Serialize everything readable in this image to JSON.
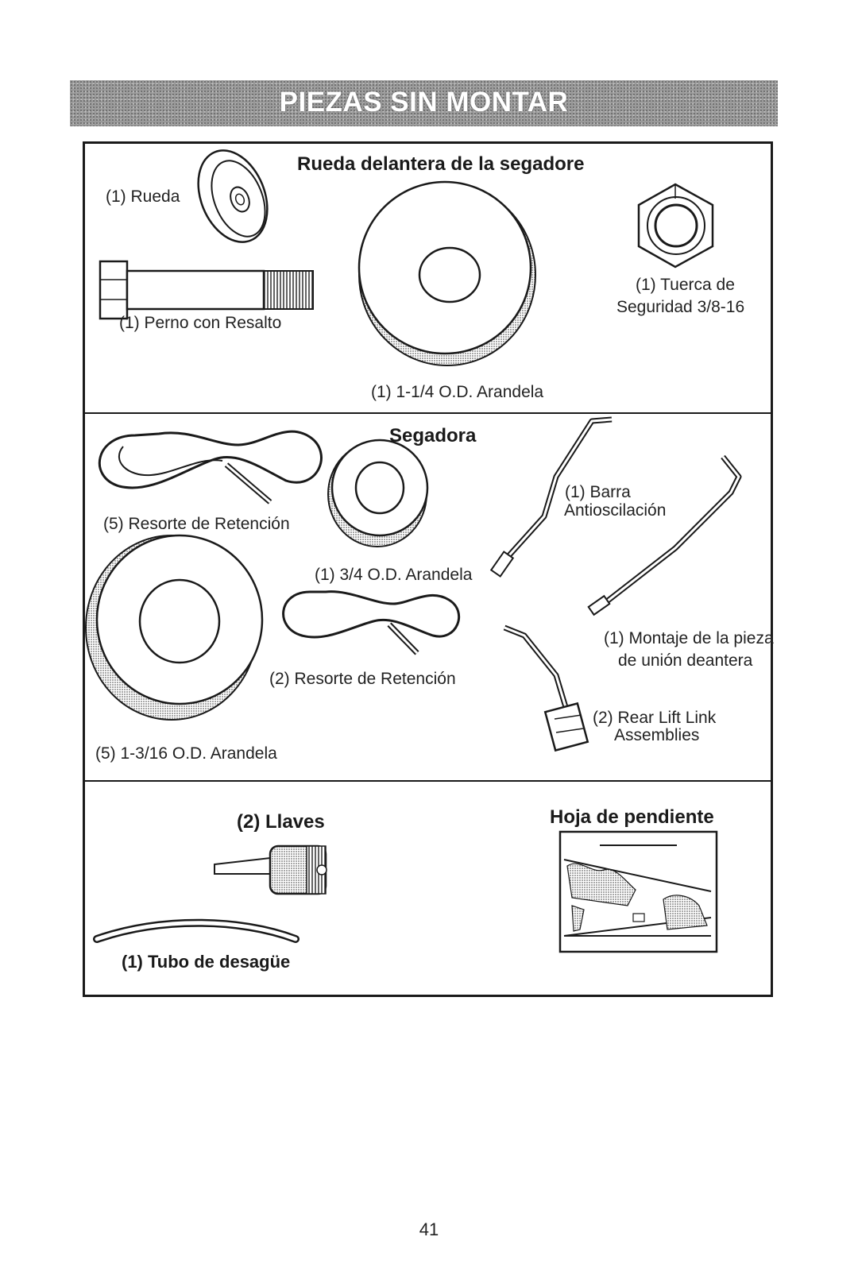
{
  "banner": {
    "title": "PIEZAS SIN MONTAR"
  },
  "section_front_wheel": {
    "heading": "Rueda delantera de la segadore",
    "wheel_label": "(1) Rueda",
    "bolt_label": "(1) Perno  con Resalto",
    "washer_label": "(1) 1-1/4 O.D. Arandela",
    "nut_label_line1": "(1) Tuerca de",
    "nut_label_line2": "Seguridad  3/8-16"
  },
  "section_mower": {
    "heading": "Segadora",
    "retaining_spring_5": "(5) Resorte de Retención",
    "washer_34": "(1) 3/4 O.D. Arandela",
    "sway_bar_line1": "(1) Barra",
    "sway_bar_line2": "Antioscilación",
    "washer_1316": "(5) 1-3/16 O.D. Arandela",
    "retaining_spring_2": "(2) Resorte de Retención",
    "front_link_line1": "(1) Montaje de la pieza",
    "front_link_line2": "de unión deantera",
    "rear_link_line1": "(2) Rear Lift Link",
    "rear_link_line2": "Assemblies"
  },
  "section_bottom": {
    "keys_heading": "(2) Llaves",
    "drain_tube_label": "(1) Tubo de desagüe",
    "slope_heading": "Hoja de pendiente"
  },
  "footer": {
    "page_number": "41"
  }
}
